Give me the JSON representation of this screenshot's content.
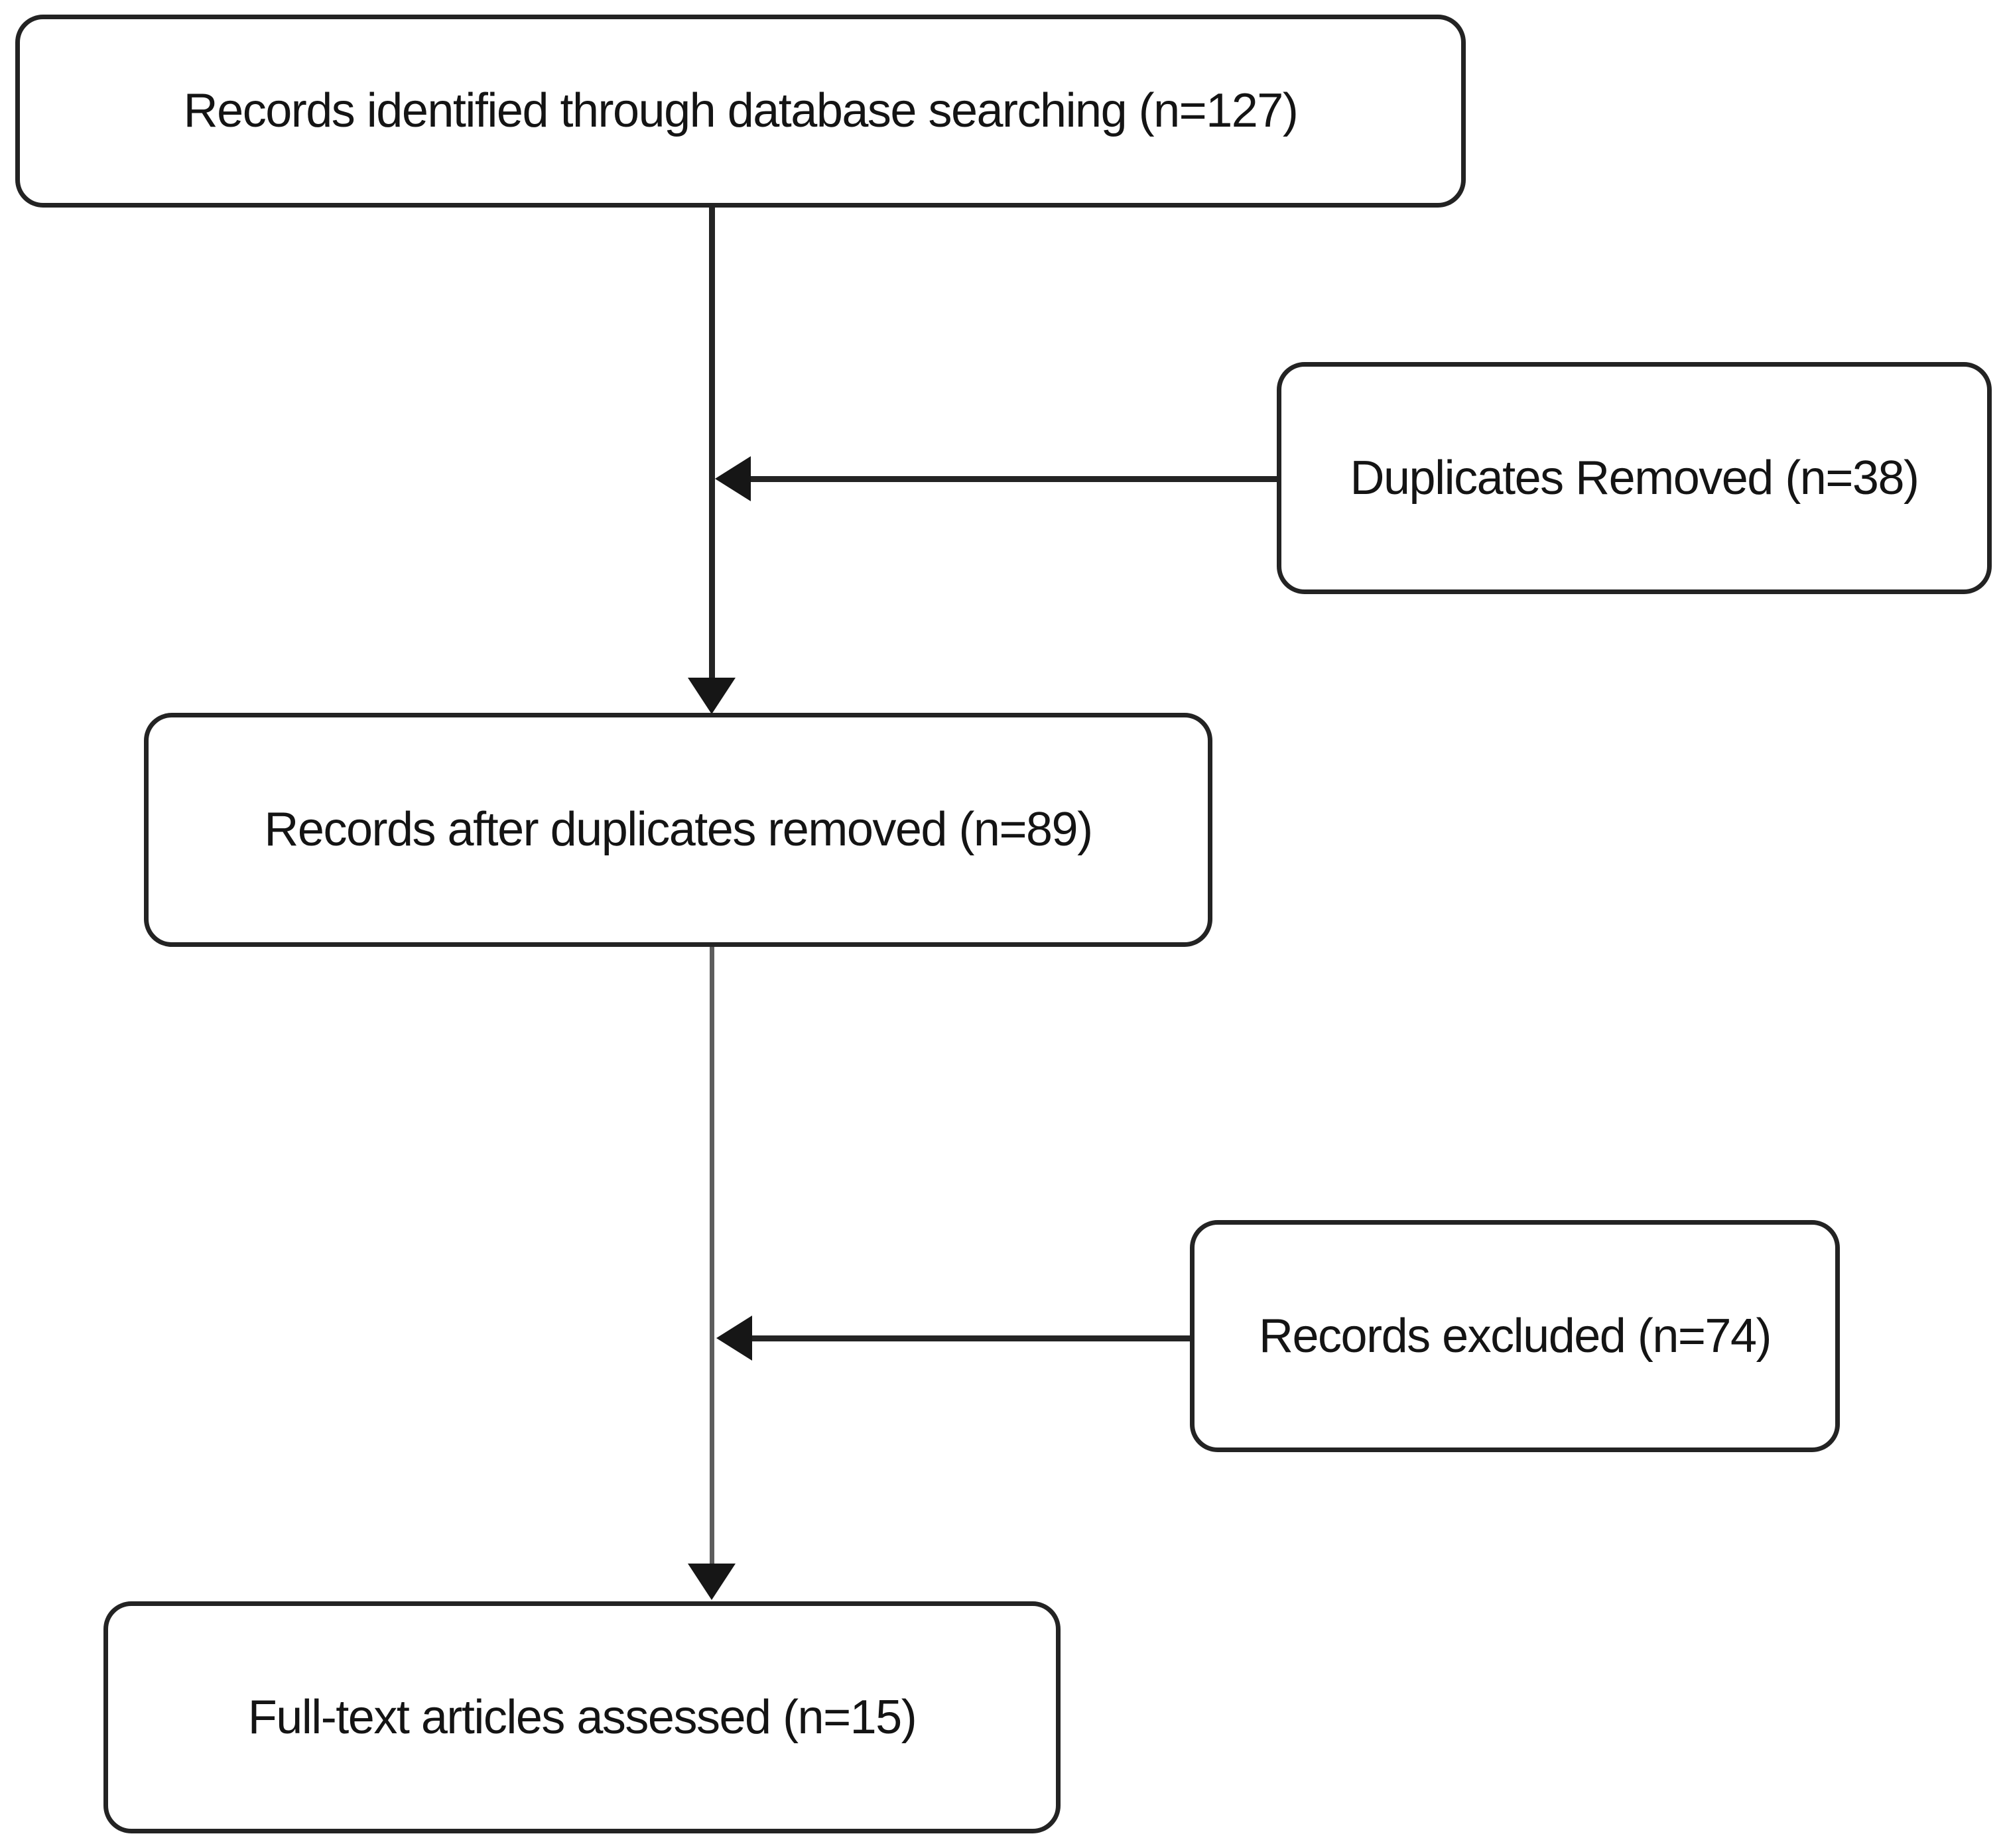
{
  "flowchart": {
    "boxes": {
      "identified": {
        "label": "Records identified through database searching (n=127)",
        "count": 127
      },
      "duplicates_removed": {
        "label": "Duplicates Removed (n=38)",
        "count": 38
      },
      "after_duplicates": {
        "label": "Records after duplicates removed (n=89)",
        "count": 89
      },
      "records_excluded": {
        "label": "Records excluded (n=74)",
        "count": 74
      },
      "fulltext_assessed": {
        "label": "Full-text articles assessed (n=15)",
        "count": 15
      }
    },
    "edges": [
      {
        "from": "identified",
        "to": "after_duplicates",
        "arrowhead": "down",
        "style": "solid-dark"
      },
      {
        "from": "duplicates_removed",
        "to": "main-flow-line",
        "arrowhead": "left",
        "style": "solid-dark"
      },
      {
        "from": "after_duplicates",
        "to": "fulltext_assessed",
        "arrowhead": "down",
        "style": "faded-gray"
      },
      {
        "from": "records_excluded",
        "to": "main-flow-line",
        "arrowhead": "left",
        "style": "solid-dark"
      }
    ],
    "colors": {
      "background": "#ffffff",
      "box_fill": "#ffffff",
      "box_border": "#232323",
      "text": "#141414",
      "line_dark": "#242424",
      "line_gray": "#5d5d5d"
    }
  }
}
